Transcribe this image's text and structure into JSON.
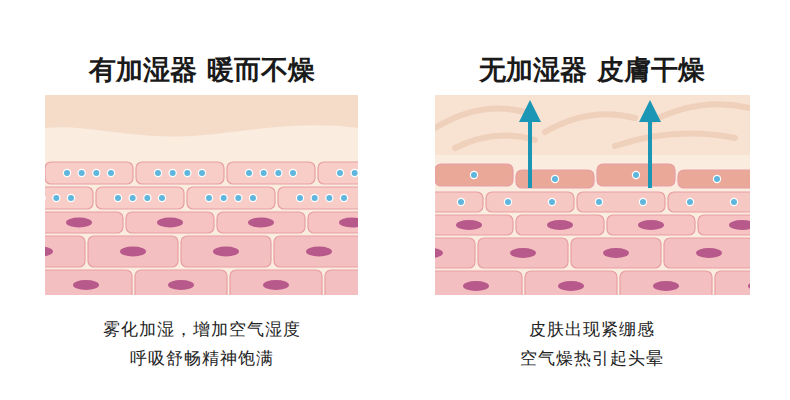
{
  "diagram": {
    "labels": [
      "有加湿器 暖而不燥",
      "雾化加湿，增加空气湿度",
      "呼吸舒畅精神饱满",
      "无加湿器 皮膚干燥",
      "皮肤出现紧绷感",
      "空气燥热引起头晕"
    ]
  }
}
